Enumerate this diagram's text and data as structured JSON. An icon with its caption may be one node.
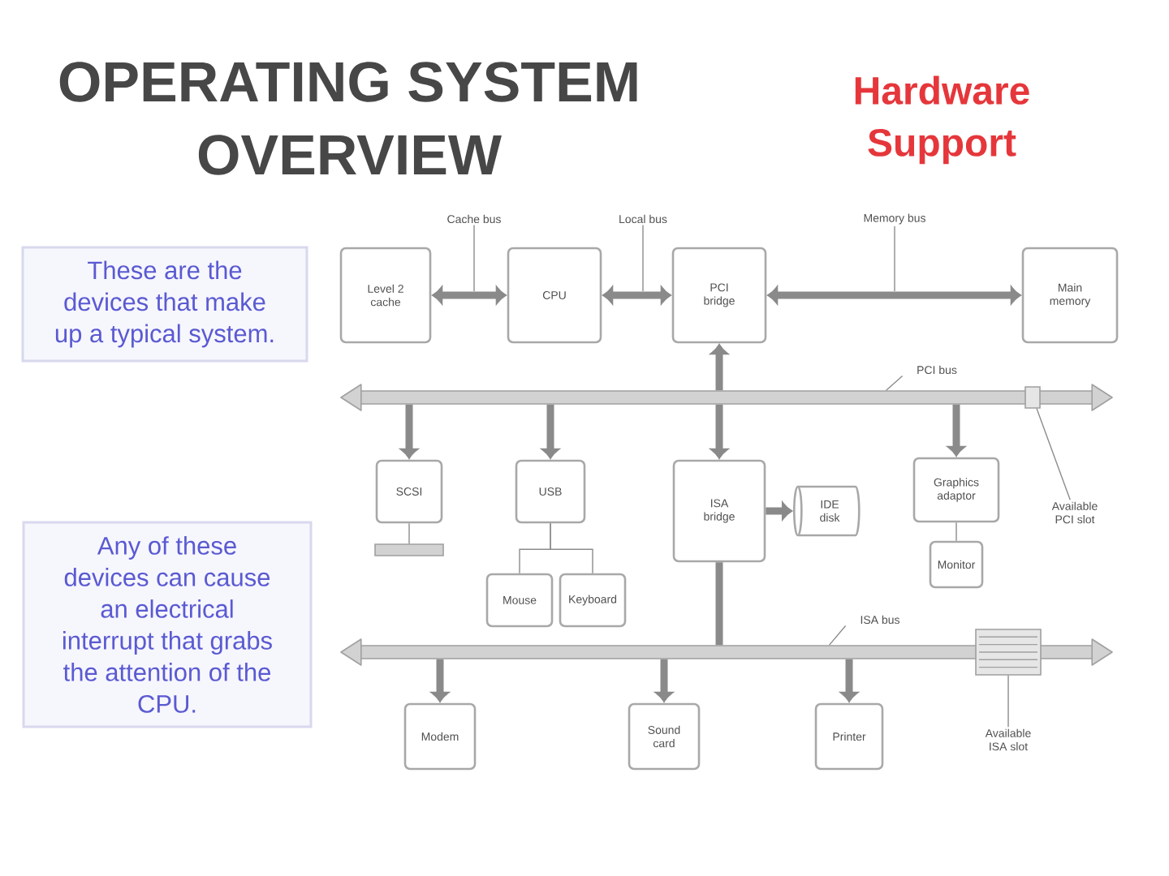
{
  "diagram": {
    "title": "OPERATING SYSTEM OVERVIEW",
    "nodes": [
      {
        "text": [
          "These are the devices that make up a typical system."
        ]
      },
      {
        "text": [
          "Any of these devices can cause an electrical interrupt that grabs the attention of the CPU."
        ]
      },
      {
        "text": [
          "Cache bus"
        ]
      },
      {
        "text": [
          "Local bus"
        ]
      },
      {
        "text": [
          "Memory bus"
        ]
      },
      {
        "text": [
          "Level 2 cache"
        ]
      },
      {
        "text": [
          "CPU"
        ]
      },
      {
        "text": [
          "PCI bridge"
        ]
      },
      {
        "text": [
          "Main memory"
        ]
      },
      {
        "text": [
          "PCI bus"
        ]
      },
      {
        "text": [],
        "shape": "bar"
      },
      {
        "text": [],
        "shape": "box",
        "in": 10
      },
      {
        "text": [
          "SCSI"
        ]
      },
      {
        "text": [
          "USB"
        ]
      },
      {
        "text": [
          "ISA bridge"
        ]
      },
      {
        "text": [
          "IDE disk"
        ]
      },
      {
        "text": [
          "Graphics adaptor"
        ]
      },
      {
        "text": [
          "Available PCI slot"
        ]
      },
      {
        "text": [],
        "shape": "bar"
      },
      {
        "text": [
          "Mouse"
        ]
      },
      {
        "text": [
          "Keyboard"
        ]
      },
      {
        "text": [
          "Monitor"
        ]
      },
      {
        "text": [
          "ISA bus"
        ]
      },
      {
        "text": [],
        "shape": "bar"
      },
      {
        "text": [],
        "shape": "box"
      },
      {
        "text": [
          "Modem"
        ]
      },
      {
        "text": [
          "Sound card"
        ]
      },
      {
        "text": [
          "Printer"
        ]
      },
      {
        "text": [
          "Available ISA slot"
        ]
      }
    ],
    "edges": [
      {
        "from": 5,
        "to": 6,
        "arrow": "both"
      },
      {
        "from": 6,
        "to": 7,
        "arrow": "both"
      },
      {
        "from": 7,
        "to": 8,
        "arrow": "both"
      },
      {
        "from": 2,
        "to": null,
        "arrow": "none"
      },
      {
        "from": 3,
        "to": null,
        "arrow": "none"
      },
      {
        "from": 4,
        "to": null,
        "arrow": "none"
      },
      {
        "from": 10,
        "to": 7,
        "arrow": "to"
      },
      {
        "from": 9,
        "to": 10,
        "arrow": "none"
      },
      {
        "from": 10,
        "to": 12,
        "arrow": "to"
      },
      {
        "from": 10,
        "to": 13,
        "arrow": "to"
      },
      {
        "from": 10,
        "to": 14,
        "arrow": "to"
      },
      {
        "from": 10,
        "to": 16,
        "arrow": "to"
      },
      {
        "from": 17,
        "to": 11,
        "arrow": "none"
      },
      {
        "from": 12,
        "to": 18,
        "arrow": "none"
      },
      {
        "from": 13,
        "to": 19,
        "arrow": "none"
      },
      {
        "from": 13,
        "to": 20,
        "arrow": "none"
      },
      {
        "from": 14,
        "to": 15,
        "arrow": "to"
      },
      {
        "from": 16,
        "to": 21,
        "arrow": "none"
      },
      {
        "from": 14,
        "to": 23,
        "arrow": "none"
      },
      {
        "from": 22,
        "to": 23,
        "arrow": "none"
      },
      {
        "from": 23,
        "to": 25,
        "arrow": "to"
      },
      {
        "from": 23,
        "to": 26,
        "arrow": "to"
      },
      {
        "from": 23,
        "to": 27,
        "arrow": "to"
      },
      {
        "from": 28,
        "to": 24,
        "arrow": "none"
      }
    ],
    "labels": [
      "Hardware Support"
    ]
  }
}
